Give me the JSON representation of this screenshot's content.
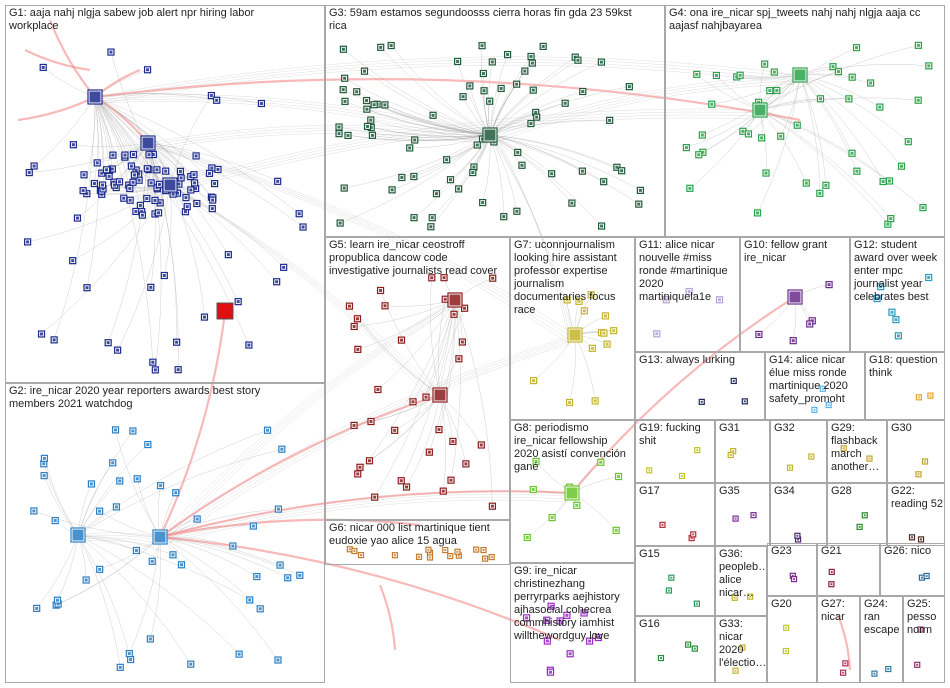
{
  "groups": [
    {
      "id": "g1",
      "label": "G1: aaja nahj nlgja sabew job alert npr hiring labor\nworkplace",
      "color": "#1c2a8c"
    },
    {
      "id": "g2",
      "label": "G2: ire_nicar 2020 year reporters awards best story\nmembers 2021 watchdog",
      "color": "#2a7fc4"
    },
    {
      "id": "g3",
      "label": "G3: 59am estamos segundoosss cierra horas fin gda 23 59kst\nrica",
      "color": "#1f5a3a"
    },
    {
      "id": "g4",
      "label": "G4: ona ire_nicar spj_tweets nahj nahj nlgja aaja cc\naajasf nahjbayarea",
      "color": "#2aa24a"
    },
    {
      "id": "g5",
      "label": "G5: learn ire_nicar ceostroff\npropublica dancow code\ninvestigative journalists read cover",
      "color": "#8c1c1c"
    },
    {
      "id": "g6",
      "label": "G6: nicar 000 list martinique tient\neudoxie yao alice 15 agua",
      "color": "#c47a2a"
    },
    {
      "id": "g7",
      "label": "G7: uconnjournalism\nlooking hire assistant\nprofessor expertise\njournalism\ndocumentaries focus\nrace",
      "color": "#c4b42a"
    },
    {
      "id": "g8",
      "label": "G8: periodismo\nire_nicar fellowship\n2020 asistí convención\ngané",
      "color": "#6ac42a"
    },
    {
      "id": "g9",
      "label": "G9: ire_nicar\nchristinezhang\nperryrparks aejhistory\najhasocial cohecrea\ncommhistory iamhist\nwillthewordguy love",
      "color": "#9a2ac4"
    },
    {
      "id": "g10",
      "label": "G10: fellow grant\nire_nicar",
      "color": "#6a2a8c"
    },
    {
      "id": "g11",
      "label": "G11: alice nicar\nnouvelle #miss\nronde #martinique\n2020\nmartiniquela1e",
      "color": "#b4a2d4"
    },
    {
      "id": "g12",
      "label": "G12: student\naward over week\nenter mpc\njournalist year\ncelebrates best",
      "color": "#2a9ac4"
    },
    {
      "id": "g13",
      "label": "G13: always lurking",
      "color": "#1c2a5c"
    },
    {
      "id": "g14",
      "label": "G14: alice nicar\nélue miss ronde\nmartinique 2020\nsafety_promoht",
      "color": "#5ab4e4"
    },
    {
      "id": "g15",
      "label": "G15",
      "color": "#2a9a5a"
    },
    {
      "id": "g16",
      "label": "G16",
      "color": "#2a8c3a"
    },
    {
      "id": "g17",
      "label": "G17",
      "color": "#b42a3a"
    },
    {
      "id": "g18",
      "label": "G18: question\nthink",
      "color": "#e4a22a"
    },
    {
      "id": "g19",
      "label": "G19: fucking\nshit",
      "color": "#c4c42a"
    },
    {
      "id": "g20",
      "label": "G20",
      "color": "#c4c42a"
    },
    {
      "id": "g21",
      "label": "G21",
      "color": "#8c1c4a"
    },
    {
      "id": "g22",
      "label": "G22: reading 52",
      "color": "#4a2a1c"
    },
    {
      "id": "g23",
      "label": "G23",
      "color": "#7a2a8c"
    },
    {
      "id": "g24",
      "label": "G24: ran\nescape",
      "color": "#2a7aa4"
    },
    {
      "id": "g25",
      "label": "G25: pesso\nnorm",
      "color": "#9a2a6a"
    },
    {
      "id": "g26",
      "label": "G26: nico",
      "color": "#2a6a9a"
    },
    {
      "id": "g27",
      "label": "G27: nicar",
      "color": "#b42a5a"
    },
    {
      "id": "g28",
      "label": "G28",
      "color": "#2a8c2a"
    },
    {
      "id": "g29",
      "label": "G29: flashback\nmarch\nanother…",
      "color": "#c4a22a"
    },
    {
      "id": "g30",
      "label": "G30",
      "color": "#c4a22a"
    },
    {
      "id": "g31",
      "label": "G31",
      "color": "#c4b42a"
    },
    {
      "id": "g32",
      "label": "G32",
      "color": "#c4b42a"
    },
    {
      "id": "g33",
      "label": "G33: nicar\n2020\nl'électio…",
      "color": "#c4b42a"
    },
    {
      "id": "g34",
      "label": "G34",
      "color": "#4a2a6a"
    },
    {
      "id": "g35",
      "label": "G35",
      "color": "#7a2a9a"
    },
    {
      "id": "g36",
      "label": "G36:\npeopleb…\nalice\nnicar…",
      "color": "#c4b42a"
    }
  ]
}
